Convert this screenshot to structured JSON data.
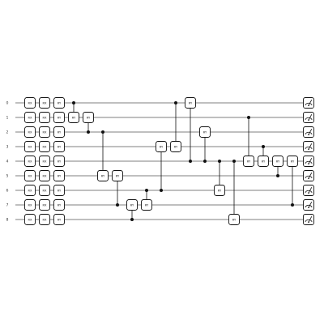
{
  "circuit": {
    "qubits": [
      "0",
      "1",
      "2",
      "3",
      "4",
      "5",
      "6",
      "7",
      "8"
    ],
    "single_qubit_layers": [
      {
        "label": "RX"
      },
      {
        "label": "RX"
      },
      {
        "label": "RY"
      }
    ],
    "controlled_gates": [
      {
        "label": "RY",
        "control": 0,
        "target": 1
      },
      {
        "label": "RY",
        "control": 2,
        "target": 1
      },
      {
        "label": "RY",
        "control": 2,
        "target": 5
      },
      {
        "label": "RY",
        "control": 7,
        "target": 5
      },
      {
        "label": "RY",
        "control": 8,
        "target": 7
      },
      {
        "label": "RY",
        "control": 6,
        "target": 7
      },
      {
        "label": "RY",
        "control": 6,
        "target": 3
      },
      {
        "label": "RY",
        "control": 0,
        "target": 3
      },
      {
        "label": "RY",
        "control": 4,
        "target": 0
      },
      {
        "label": "RY",
        "control": 4,
        "target": 2
      },
      {
        "label": "RY",
        "control": 4,
        "target": 6
      },
      {
        "label": "RY",
        "control": 4,
        "target": 8
      },
      {
        "label": "RY",
        "control": 1,
        "target": 4
      },
      {
        "label": "RY",
        "control": 3,
        "target": 4
      },
      {
        "label": "RY",
        "control": 5,
        "target": 4
      },
      {
        "label": "RY",
        "control": 7,
        "target": 4
      }
    ],
    "measurement_icon": "meter-icon",
    "colors": {
      "wire": "#555555",
      "gate_stroke": "#111111",
      "gate_fill": "#ffffff"
    }
  }
}
